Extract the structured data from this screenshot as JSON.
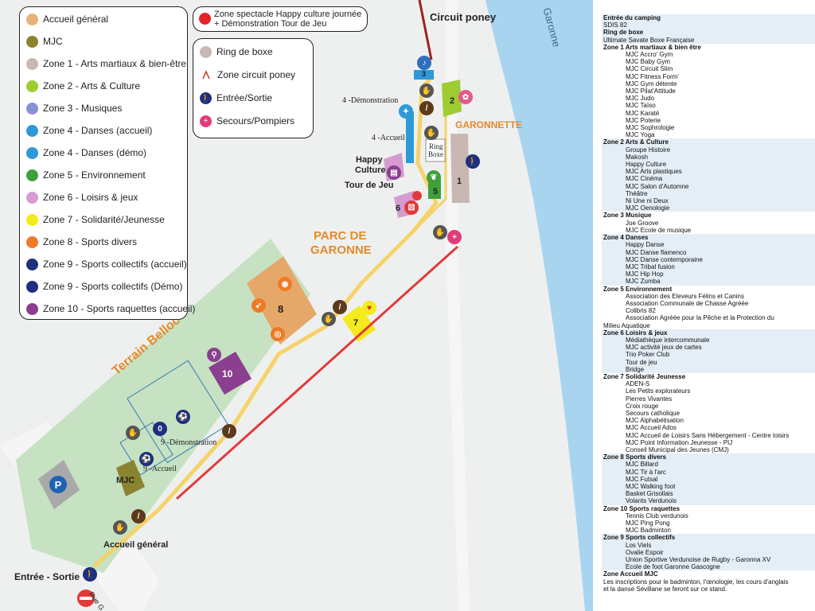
{
  "colors": {
    "water": "#a8d4f0",
    "park": "#c6e2c2",
    "zone8": "#e5a869",
    "zone10": "#8a3f8f",
    "path": "#f5d36a",
    "red": "#e23a3a",
    "navy": "#1f2d6b",
    "dark": "#5d3a1a"
  },
  "legend_zones": [
    {
      "label": "Accueil général",
      "color": "#e9b27a"
    },
    {
      "label": "MJC",
      "color": "#8a8431"
    },
    {
      "label": "Zone 1 - Arts martiaux & bien-être",
      "color": "#c9b7b2"
    },
    {
      "label": "Zone 2 - Arts & Culture",
      "color": "#9fcb33"
    },
    {
      "label": "Zone 3 - Musiques",
      "color": "#8a91d6"
    },
    {
      "label": "Zone 4 - Danses (accueil)",
      "color": "#2e99d8"
    },
    {
      "label": "Zone 4 - Danses (démo)",
      "color": "#2e99d8"
    },
    {
      "label": "Zone 5 - Environnement",
      "color": "#3fa03c"
    },
    {
      "label": "Zone 6 - Loisirs & jeux",
      "color": "#d59bd2"
    },
    {
      "label": "Zone 7 - Solidarité/Jeunesse",
      "color": "#f5ea1b"
    },
    {
      "label": "Zone 8 - Sports divers",
      "color": "#f07a25"
    },
    {
      "label": "Zone 9 - Sports collectifs (accueil)",
      "color": "#1e2f7d"
    },
    {
      "label": "Zone 9 - Sports collectifs (Démo)",
      "color": "#1e2f7d"
    },
    {
      "label": "Zone 10 - Sports raquettes (accueil)",
      "color": "#8a3f8f"
    }
  ],
  "legend_spectacle": {
    "line1": "Zone spectacle Happy culture journée",
    "line2": "+ Démonstration Tour de Jeu",
    "color": "#e4232b"
  },
  "legend_symbols": [
    {
      "label": "Ring de boxe",
      "icon": "gray-circle-icon"
    },
    {
      "label": "Zone circuit poney",
      "icon": "pony-track-icon"
    },
    {
      "label": "Entrée/Sortie",
      "icon": "walking-person-icon"
    },
    {
      "label": "Secours/Pompiers",
      "icon": "first-aid-icon"
    }
  ],
  "map_labels": {
    "circuit_poney": "Circuit poney",
    "garonne": "Garonne",
    "garonnette": "GARONNETTE",
    "parc_1": "PARC DE",
    "parc_2": "GARONNE",
    "terrain": "Terrain Belloc",
    "demo4": "4 -Démonstration",
    "accueil4": "4 -Accueil",
    "happy1": "Happy",
    "happy2": "Culture",
    "tour": "Tour de Jeu",
    "ring1": "Ring",
    "ring2": "Boxe",
    "demo9": "9 -Démonstration",
    "accueil9": "9 -Accueil",
    "mjc": "MJC",
    "accueil_general": "Accueil général",
    "entree": "Entrée - Sortie",
    "rue": "Rue G",
    "z1": "1",
    "z2": "2",
    "z3": "3",
    "z5": "5",
    "z6": "6",
    "z7": "7",
    "z8": "8",
    "z10": "10",
    "parking": "P"
  },
  "list": [
    {
      "t": "plain",
      "text": "Entrée du camping",
      "b": true
    },
    {
      "t": "plain",
      "text": "SDIS 82"
    },
    {
      "t": "plain",
      "text": "Ring de boxe",
      "b": true
    },
    {
      "t": "plain",
      "text": "Ultimate Savate Boxe Française"
    },
    {
      "t": "h",
      "text": "Zone 1 Arts martiaux & bien être"
    },
    {
      "t": "i",
      "text": "MJC Accro' Gym"
    },
    {
      "t": "i",
      "text": "MJC Baby Gym"
    },
    {
      "t": "i",
      "text": "MJC Circuit Slim"
    },
    {
      "t": "i",
      "text": "MJC Fitness Form'"
    },
    {
      "t": "i",
      "text": "MJC Gym détente"
    },
    {
      "t": "i",
      "text": "MJC Pilat'Attitude"
    },
    {
      "t": "i",
      "text": "MJC Judo"
    },
    {
      "t": "i",
      "text": "MJC Taïso"
    },
    {
      "t": "i",
      "text": "MJC Karaté"
    },
    {
      "t": "i",
      "text": "MJC Poterie"
    },
    {
      "t": "i",
      "text": "MJC Sophrologie"
    },
    {
      "t": "i",
      "text": "MJC Yoga"
    },
    {
      "t": "h",
      "text": "Zone 2 Arts & Culture"
    },
    {
      "t": "i",
      "text": "Groupe Histoire"
    },
    {
      "t": "i",
      "text": "Makosh"
    },
    {
      "t": "i",
      "text": "Happy Culture"
    },
    {
      "t": "i",
      "text": "MJC Arts plastiques"
    },
    {
      "t": "i",
      "text": "MJC Cinéma"
    },
    {
      "t": "i",
      "text": "MJC Salon d'Automne"
    },
    {
      "t": "i",
      "text": "Théâtre"
    },
    {
      "t": "i",
      "text": "Ni Une ni Deux"
    },
    {
      "t": "i",
      "text": "MJC Oenologie"
    },
    {
      "t": "h",
      "text": "Zone 3 Musique"
    },
    {
      "t": "i",
      "text": "Joe Groove"
    },
    {
      "t": "i",
      "text": "MJC Ecole de musique"
    },
    {
      "t": "h",
      "text": "Zone 4 Danses"
    },
    {
      "t": "i",
      "text": "Happy Danse"
    },
    {
      "t": "i",
      "text": "MJC Danse flamenco"
    },
    {
      "t": "i",
      "text": "MJC Danse contemporaine"
    },
    {
      "t": "i",
      "text": "MJC Tribal fusion"
    },
    {
      "t": "i",
      "text": "MJC Hip Hop"
    },
    {
      "t": "i",
      "text": "MJC Zumba"
    },
    {
      "t": "h",
      "text": "Zone 5 Environnement"
    },
    {
      "t": "i",
      "text": "Association des Eleveurs Félins et Canins"
    },
    {
      "t": "i",
      "text": "Association Communale de Chasse Agréée"
    },
    {
      "t": "i",
      "text": "Colibris 82"
    },
    {
      "t": "i",
      "text": "Association Agréée pour la Pêche et la Protection du"
    },
    {
      "t": "plain",
      "text": "Milieu Aquatique"
    },
    {
      "t": "h",
      "text": "Zone 6 Loisirs & jeux"
    },
    {
      "t": "i",
      "text": "Médiathèque intercommunale"
    },
    {
      "t": "i",
      "text": "MJC activité jeux de cartes"
    },
    {
      "t": "i",
      "text": "Trio Poker Club"
    },
    {
      "t": "i",
      "text": "Tour de jeu"
    },
    {
      "t": "i",
      "text": "Bridge"
    },
    {
      "t": "h",
      "text": "Zone 7 Solidarité Jeunesse"
    },
    {
      "t": "i",
      "text": "ADEN-S"
    },
    {
      "t": "i",
      "text": "Les Petits explorateurs"
    },
    {
      "t": "i",
      "text": "Pierres Vivantes"
    },
    {
      "t": "i",
      "text": "Croix rouge"
    },
    {
      "t": "i",
      "text": "Secours catholique"
    },
    {
      "t": "i",
      "text": "MJC Alphabétisation"
    },
    {
      "t": "i",
      "text": "MJC Accueil Ados"
    },
    {
      "t": "i",
      "text": "MJC Accueil de Loisirs Sans Hébergement - Centre loisirs"
    },
    {
      "t": "i",
      "text": "MJC Point Information Jeunesse - PIJ"
    },
    {
      "t": "i",
      "text": "Conseil Municipal des Jeunes (CMJ)"
    },
    {
      "t": "h",
      "text": "Zone 8 Sports divers"
    },
    {
      "t": "i",
      "text": "MJC Billard"
    },
    {
      "t": "i",
      "text": "MJC Tir à l'arc"
    },
    {
      "t": "i",
      "text": "MJC Futsal"
    },
    {
      "t": "i",
      "text": "MJC Walking foot"
    },
    {
      "t": "i",
      "text": "Basket Grisollais"
    },
    {
      "t": "i",
      "text": "Volants Verdunois"
    },
    {
      "t": "h",
      "text": "Zone 10 Sports raquettes"
    },
    {
      "t": "i",
      "text": "Tennis Club verdunois"
    },
    {
      "t": "i",
      "text": "MJC Ping Pong"
    },
    {
      "t": "i",
      "text": "MJC Badminton"
    },
    {
      "t": "h",
      "text": "Zone 9 Sports collectifs"
    },
    {
      "t": "i",
      "text": "Los Viels"
    },
    {
      "t": "i",
      "text": "Ovalie Espoir"
    },
    {
      "t": "i",
      "text": "Union Sportive Verdunoise de Rugby - Garonna XV"
    },
    {
      "t": "i",
      "text": "Ecole de foot Garonne Gascogne"
    },
    {
      "t": "h",
      "text": "Zone Accueil MJC"
    },
    {
      "t": "plain",
      "text": "Les inscriptions pour le badminton, l'œnologie, les cours d'anglais"
    },
    {
      "t": "plain",
      "text": "et la danse Sévillane se feront sur ce stand."
    }
  ]
}
